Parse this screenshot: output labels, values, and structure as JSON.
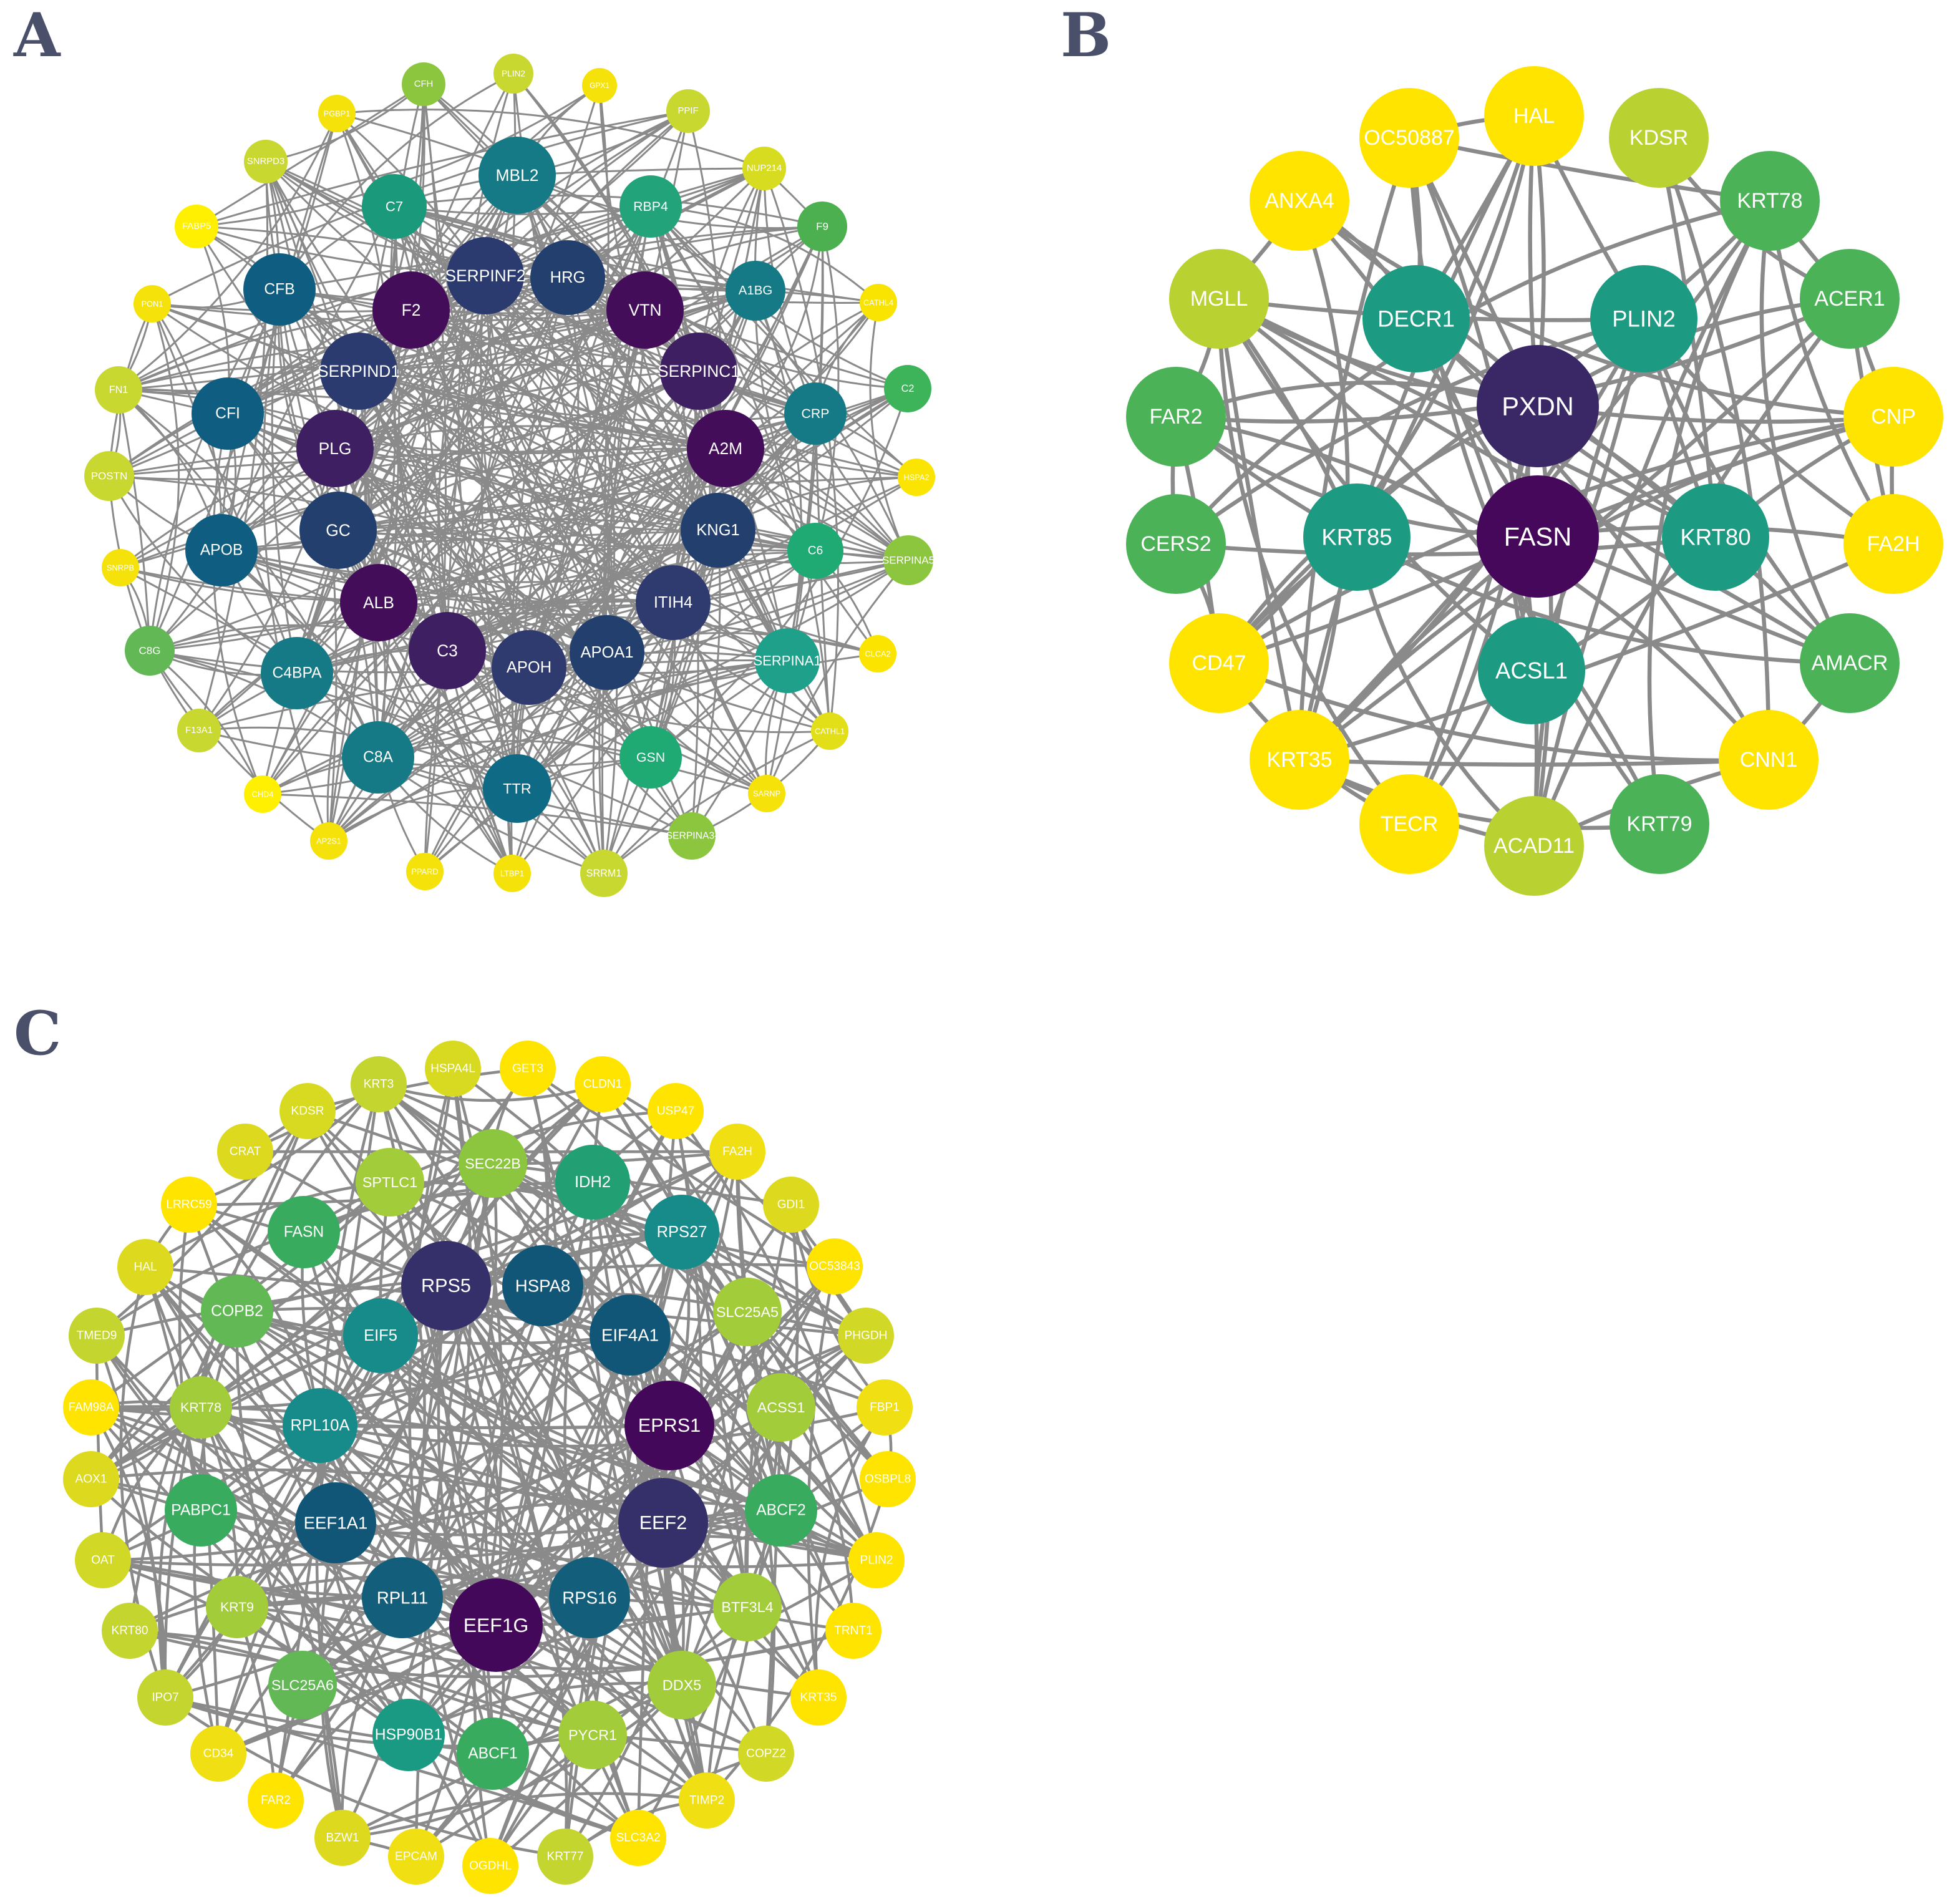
{
  "figure": {
    "panels": [
      {
        "letter": "A",
        "nodes": [
          {
            "label": "CFH",
            "color": "#8cc63f"
          },
          {
            "label": "PLIN2",
            "color": "#c8d830"
          },
          {
            "label": "GPX1",
            "color": "#f5e20a"
          },
          {
            "label": "PPIF",
            "color": "#c8d830"
          },
          {
            "label": "NUP214",
            "color": "#d8dc20"
          },
          {
            "label": "F9",
            "color": "#4cb050"
          },
          {
            "label": "CATHL4",
            "color": "#f8e400"
          },
          {
            "label": "C2",
            "color": "#3db35a"
          },
          {
            "label": "HSPA2",
            "color": "#fbe400"
          },
          {
            "label": "SERPINA5",
            "color": "#8cc63f"
          },
          {
            "label": "CLCA2",
            "color": "#fbe400"
          },
          {
            "label": "CATHL1",
            "color": "#e2df18"
          },
          {
            "label": "SARNP",
            "color": "#f5e20a"
          },
          {
            "label": "SERPINA3-",
            "color": "#8cc63f"
          },
          {
            "label": "SRRM1",
            "color": "#c8d830"
          },
          {
            "label": "LTBP1",
            "color": "#f5e20a"
          },
          {
            "label": "PPARD",
            "color": "#f5e20a"
          },
          {
            "label": "AP2S1",
            "color": "#f5e20a"
          },
          {
            "label": "CHD4",
            "color": "#ffef00"
          },
          {
            "label": "F13A1",
            "color": "#c8d830"
          },
          {
            "label": "C8G",
            "color": "#62b855"
          },
          {
            "label": "SNRPB",
            "color": "#f5e20a"
          },
          {
            "label": "POSTN",
            "color": "#c8d830"
          },
          {
            "label": "FN1",
            "color": "#c8d830"
          },
          {
            "label": "PON1",
            "color": "#f5e20a"
          },
          {
            "label": "FABP5",
            "color": "#ffef00"
          },
          {
            "label": "SNRPD3",
            "color": "#c8d830"
          },
          {
            "label": "PGBP1",
            "color": "#f5e20a"
          },
          {
            "label": "MBL2",
            "color": "#157a85"
          },
          {
            "label": "RBP4",
            "color": "#22a37a"
          },
          {
            "label": "A1BG",
            "color": "#157a85"
          },
          {
            "label": "CRP",
            "color": "#157a85"
          },
          {
            "label": "C6",
            "color": "#1fa973"
          },
          {
            "label": "SERPINA1",
            "color": "#1fa08a"
          },
          {
            "label": "GSN",
            "color": "#1fa973"
          },
          {
            "label": "TTR",
            "color": "#0f6a85"
          },
          {
            "label": "C8A",
            "color": "#157a85"
          },
          {
            "label": "C4BPA",
            "color": "#157a85"
          },
          {
            "label": "APOB",
            "color": "#0f5d80"
          },
          {
            "label": "CFI",
            "color": "#0f5d80"
          },
          {
            "label": "CFB",
            "color": "#0f5d80"
          },
          {
            "label": "C7",
            "color": "#1a9a7a"
          },
          {
            "label": "HRG",
            "color": "#233f6e"
          },
          {
            "label": "VTN",
            "color": "#440d5a"
          },
          {
            "label": "SERPINC1",
            "color": "#3e1f62"
          },
          {
            "label": "A2M",
            "color": "#440d5a"
          },
          {
            "label": "KNG1",
            "color": "#233f6e"
          },
          {
            "label": "ITIH4",
            "color": "#2f3a6e"
          },
          {
            "label": "APOA1",
            "color": "#233f6e"
          },
          {
            "label": "APOH",
            "color": "#2f3a6e"
          },
          {
            "label": "C3",
            "color": "#3e1f62"
          },
          {
            "label": "ALB",
            "color": "#440d5a"
          },
          {
            "label": "GC",
            "color": "#233f6e"
          },
          {
            "label": "PLG",
            "color": "#3e1f62"
          },
          {
            "label": "SERPIND1",
            "color": "#2b3b70"
          },
          {
            "label": "F2",
            "color": "#440d5a"
          },
          {
            "label": "SERPINF2",
            "color": "#2b3b70"
          }
        ]
      },
      {
        "letter": "B",
        "nodes": [
          {
            "label": "PXDN",
            "color": "#3a2866"
          },
          {
            "label": "FASN",
            "color": "#45085a"
          },
          {
            "label": "DECR1",
            "color": "#1c9a82"
          },
          {
            "label": "PLIN2",
            "color": "#1c9a82"
          },
          {
            "label": "KRT85",
            "color": "#1c9a82"
          },
          {
            "label": "KRT80",
            "color": "#1c9a82"
          },
          {
            "label": "ACSL1",
            "color": "#1c9a82"
          },
          {
            "label": "HAL",
            "color": "#ffe400"
          },
          {
            "label": "KDSR",
            "color": "#b9d232"
          },
          {
            "label": "KRT78",
            "color": "#4cb258"
          },
          {
            "label": "ACER1",
            "color": "#4cb258"
          },
          {
            "label": "CNP",
            "color": "#ffe400"
          },
          {
            "label": "FA2H",
            "color": "#ffe400"
          },
          {
            "label": "AMACR",
            "color": "#4cb258"
          },
          {
            "label": "CNN1",
            "color": "#ffe400"
          },
          {
            "label": "KRT79",
            "color": "#4cb258"
          },
          {
            "label": "ACAD11",
            "color": "#b9d232"
          },
          {
            "label": "TECR",
            "color": "#ffe400"
          },
          {
            "label": "KRT35",
            "color": "#ffe400"
          },
          {
            "label": "CD47",
            "color": "#ffe400"
          },
          {
            "label": "CERS2",
            "color": "#4cb258"
          },
          {
            "label": "FAR2",
            "color": "#4cb258"
          },
          {
            "label": "MGLL",
            "color": "#b9d232"
          },
          {
            "label": "ANXA4",
            "color": "#ffe400"
          },
          {
            "label": "OC50887",
            "color": "#ffe400"
          }
        ]
      },
      {
        "letter": "C",
        "nodes": [
          {
            "label": "EEF1G",
            "color": "#44085a"
          },
          {
            "label": "EPRS1",
            "color": "#44085a"
          },
          {
            "label": "RPS5",
            "color": "#35306a"
          },
          {
            "label": "EEF2",
            "color": "#35306a"
          },
          {
            "label": "HSPA8",
            "color": "#125677"
          },
          {
            "label": "EIF4A1",
            "color": "#125677"
          },
          {
            "label": "EEF1A1",
            "color": "#125677"
          },
          {
            "label": "RPL11",
            "color": "#135e7a"
          },
          {
            "label": "RPS16",
            "color": "#135e7a"
          },
          {
            "label": "EIF5",
            "color": "#178a8a"
          },
          {
            "label": "RPL10A",
            "color": "#178a8a"
          },
          {
            "label": "RPS27",
            "color": "#178a8a"
          },
          {
            "label": "IDH2",
            "color": "#22a073"
          },
          {
            "label": "FASN",
            "color": "#39ab5e"
          },
          {
            "label": "COPB2",
            "color": "#62b855"
          },
          {
            "label": "PABPC1",
            "color": "#39ab5e"
          },
          {
            "label": "ABCF2",
            "color": "#39ab5e"
          },
          {
            "label": "HSP90B1",
            "color": "#1a9a82"
          },
          {
            "label": "ABCF1",
            "color": "#39ab5e"
          },
          {
            "label": "SLC25A6",
            "color": "#62b855"
          },
          {
            "label": "SEC22B",
            "color": "#8cc63f"
          },
          {
            "label": "SPTLC1",
            "color": "#a3cc3a"
          },
          {
            "label": "SLC25A5",
            "color": "#a3cc3a"
          },
          {
            "label": "ACSS1",
            "color": "#a3cc3a"
          },
          {
            "label": "BTF3L4",
            "color": "#a3cc3a"
          },
          {
            "label": "DDX5",
            "color": "#a3cc3a"
          },
          {
            "label": "PYCR1",
            "color": "#a3cc3a"
          },
          {
            "label": "KRT9",
            "color": "#a3cc3a"
          },
          {
            "label": "KRT78",
            "color": "#a3cc3a"
          },
          {
            "label": "KRT3",
            "color": "#c3d52e"
          },
          {
            "label": "HSPA4L",
            "color": "#d8da22"
          },
          {
            "label": "GET3",
            "color": "#ffe400"
          },
          {
            "label": "CLDN1",
            "color": "#ffe400"
          },
          {
            "label": "USP47",
            "color": "#ffe400"
          },
          {
            "label": "FA2H",
            "color": "#f0df12"
          },
          {
            "label": "GDI1",
            "color": "#ddd91e"
          },
          {
            "label": "OC53843",
            "color": "#ffe400"
          },
          {
            "label": "PHGDH",
            "color": "#d2d826"
          },
          {
            "label": "FBP1",
            "color": "#f0df12"
          },
          {
            "label": "OSBPL8",
            "color": "#ffe400"
          },
          {
            "label": "PLIN2",
            "color": "#ffe400"
          },
          {
            "label": "TRNT1",
            "color": "#ffe400"
          },
          {
            "label": "KRT35",
            "color": "#ffe400"
          },
          {
            "label": "COPZ2",
            "color": "#d2d826"
          },
          {
            "label": "TIMP2",
            "color": "#f0df12"
          },
          {
            "label": "SLC3A2",
            "color": "#ffe400"
          },
          {
            "label": "KRT77",
            "color": "#c3d52e"
          },
          {
            "label": "OGDHL",
            "color": "#ffe400"
          },
          {
            "label": "EPCAM",
            "color": "#f0df12"
          },
          {
            "label": "BZW1",
            "color": "#ddd91e"
          },
          {
            "label": "FAR2",
            "color": "#ffe400"
          },
          {
            "label": "CD34",
            "color": "#f0df12"
          },
          {
            "label": "IPO7",
            "color": "#c3d52e"
          },
          {
            "label": "KRT80",
            "color": "#c3d52e"
          },
          {
            "label": "OAT",
            "color": "#d2d826"
          },
          {
            "label": "AOX1",
            "color": "#ddd91e"
          },
          {
            "label": "FAM98A",
            "color": "#ffe400"
          },
          {
            "label": "TMED9",
            "color": "#c3d52e"
          },
          {
            "label": "HAL",
            "color": "#ddd91e"
          },
          {
            "label": "LRRC59",
            "color": "#ffe400"
          },
          {
            "label": "CRAT",
            "color": "#ddd91e"
          },
          {
            "label": "KDSR",
            "color": "#d8da22"
          }
        ]
      }
    ]
  }
}
